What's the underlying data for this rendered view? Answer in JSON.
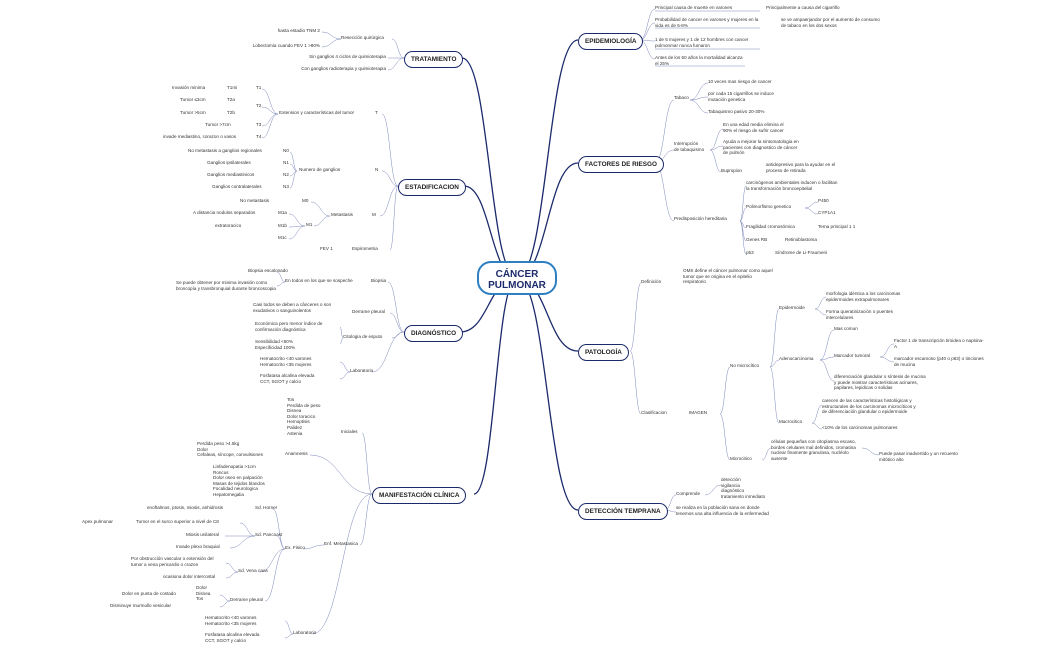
{
  "center": "CÁNCER\nPULMONAR",
  "colors": {
    "line": "#1b2a6b",
    "sub": "#7a86b8",
    "center_border": "#2d7fc1"
  },
  "epidemiologia": {
    "title": "EPIDEMIOLOGÍA",
    "items": [
      "Principal causa de muerte en varones",
      "Principalmente a causa del cigarrillo",
      "Probabilidad de cancer en varones y mujeres en la vida es de 5-8%",
      "se ve ampaerjandor por el aumento de consumo de tabaco en los dos sexos",
      "1 de 5 mujeres y 1 de 12 hombres con cancer pulmonmar nunca fumaron",
      "Antes de los 50 años la mortalidad alcanza el 25%"
    ]
  },
  "factores": {
    "title": "FACTORES DE RIESGO",
    "tabaco": "Tabaco",
    "tabaco_items": [
      "10 veces mas riesgo de cancer",
      "por cada 15 cigarrillos se induce mutación genetica",
      "Tabaquismo pasivo 20-30%"
    ],
    "interrupcion": "Interrupción\nde tabaquismo",
    "inter_items": [
      "En una edad media elimina el 90% el riesgo de sufrir cancer",
      "Ayuda a mejorar la sintomatologia en pacientes con diagnostico de cáncer de pulmón"
    ],
    "bupropion": "Bupropion",
    "bupropion_text": "antidepresivo para la ayudar en el proceso de retirada",
    "predisposicion": "Predisposición hereditaria",
    "pred_top": "carcinógenos ambientales inducen o facilitan la transformación broncoepitelial",
    "polimorfismo": "Polimorfismo genetico",
    "p450": "P450",
    "cyp": "CYP1A1",
    "fragilidad": "Fragilidad cromosómica",
    "fragilidad_r": "Tema principal 1 1",
    "genesrb": "Genes RB",
    "retino": "Retinoblastoma",
    "p53": "p53",
    "li": "Síndrome de Li-Fraumeni"
  },
  "patologia": {
    "title": "PATOLOGÍA",
    "definicion": "Definición",
    "definicion_text": "OMS define el cáncer pulmonar como aquel tumor que se origina en el epitelio respiratorio",
    "clasificacion": "Clasificacion",
    "imagen": "IMAGEN",
    "nomicro": "No microcítico",
    "epidermoide": "Epidermoide",
    "epi_items": [
      "morfologia idéntica a los carcinomas epidermoides extrapulmonares",
      "Forma queratinización o puentes intercelulares"
    ],
    "adeno": "Adenocarcinoma",
    "mas_comun": "Mas comun",
    "marcador": "Marcador tumoral",
    "marcador_items": [
      "Factor 1 de transcripción tiroidea o napsina-A",
      "marcador escamoso (p40 o p63) o tinciones de mucina"
    ],
    "adeno_text": "diferenciación glandular o síntesis de mucina y puede mostrar características acinares, papilares, lepidicas o solidas",
    "macro": "Macrocitico",
    "macro_items": [
      "carecen de las características histológicas y estructurales de los carcinomas microcíticos y de diferenciación glandular o epidermoide",
      "<10% de los carcinomas pulmonares"
    ],
    "micro": "Microcitico",
    "micro_text": "células pequeñas con citoplasma escaso, bordes celulares mal definidos, cromatina nuclear finamente granulosa, nucléolo ausente",
    "micro_r": "Puede pasar inadvertido y un recuento mitótico alto"
  },
  "deteccion": {
    "title": "DETECCIÓN TEMPRANA",
    "comprende": "Comprende",
    "comprende_text": "detección\nvigilancia\ndiagnóstico\ntratamiento inmediato",
    "text2": "se realiza en la población sana en donde tenemos una alta influencia de la enfermedad"
  },
  "tratamiento": {
    "title": "TRATAMIENTO",
    "reseccion": "Resección quirúrgica",
    "res_items": [
      "hasta estadio TNM 2",
      "Lobectomia cuando FEV 1 >80%"
    ],
    "sin": "Sin ganglios 4 ciclos de quimioterapia",
    "con": "Con ganglios radioterapia y quimioterapia"
  },
  "estadificacion": {
    "title": "ESTADIFICACION",
    "t": "T",
    "ext": "Extension y características del tumor",
    "t_rows": [
      {
        "d": "Invasión minima",
        "c": "T1mi",
        "g": "T1"
      },
      {
        "d": "Tumor ≤3cm",
        "c": "T2a",
        "g": ""
      },
      {
        "d": "Tumor >5cm",
        "c": "T2b",
        "g": "T2"
      },
      {
        "d": "Tumor >7cm",
        "c": "",
        "g": "T3"
      },
      {
        "d": "invade mediastino, corazon o vasos",
        "c": "",
        "g": "T4"
      }
    ],
    "n": "N",
    "ng": "Numero de ganglios",
    "n_rows": [
      {
        "d": "No metastasis a ganglios regionales",
        "c": "N0"
      },
      {
        "d": "Ganglios ipsilaterales",
        "c": "N1"
      },
      {
        "d": "Ganglios mediastinicos",
        "c": "N2"
      },
      {
        "d": "Ganglios contralaterales",
        "c": "N3"
      }
    ],
    "m": "M",
    "met": "Metastasis",
    "m0d": "No metastasis",
    "m0": "M0",
    "m1": "M1",
    "m_rows": [
      {
        "d": "A distancia nodulos separados",
        "c": "M1a"
      },
      {
        "d": "extratoracico",
        "c": "M1b"
      },
      {
        "d": "",
        "c": "M1c"
      }
    ],
    "fev": "FEV 1",
    "espiro": "Espirometria"
  },
  "diagnostico": {
    "title": "DIAGNÓSTICO",
    "biopsia": "Biopsia",
    "bio_mid": "En todos en los que se sospeche",
    "bio_items": [
      "Biopsia escalonado",
      "Se puede obtener por minima invasión como broncopía y transbronquial durante broncoscopia"
    ],
    "derrame": "Derrame pleural",
    "derrame_text": "Casi todos se deben a cânceres o son exudativos o sanguinolentos",
    "cito": "Citologia de esputo",
    "cito_items": [
      "Económica pero menor índice de confirmación diagnóstica",
      "Sensibilidad <60%\nEspecificidad 100%"
    ],
    "lab": "Laboratorio",
    "lab_items": [
      "Hematocrito <40 varones\nHematocrito <35 mujeres",
      "Fosfatasa alcalina elevada\nCCT, SGOT y calcio"
    ]
  },
  "manifestacion": {
    "title": "MANIFESTACIÓN CLÍNICA",
    "iniciales": "Iniciales",
    "iniciales_text": "Tos\nPerdida de peso\nDisnea\nDolor toracico\nHemoptisis\nPalidez\nAstenia",
    "anamnesis": "Anamnesis",
    "anamnesis_text": "Perdida peso >4.5kg\nDolor\nCefaleas, síncope, convulsiones",
    "enf": "Enf. Metastasica",
    "exfisico": "Ex. Fisico",
    "exfisico_text": "Linfadenopatia >1cm\nRoncus\nDolor oseo en palpación\nMasas de tejidos blandos\nFocalidad neurologica\nHepatomegalia",
    "horner": "Sd. Horner",
    "horner_text": "enoftalmos, ptosis, miosis, anhidrosis",
    "pancoast": "Sd. Pancoast",
    "apex": "Apex pulmonar",
    "tumor_surco": "Tumor en el surco superior a nivel de C8",
    "miosis": "Miosis unilateral",
    "plexo": "Invade plexo braquial",
    "vena": "Sd. Vena cava",
    "vena_items": [
      "Por obstrucción vascular o extensión del tumor a vena pericardio o crazon",
      "ocasiona dolor intercostal"
    ],
    "derrame": "Derrame pleural",
    "derrame_text": "Dolor\nDisnea\nTos",
    "dolor_punta": "Dolor en punta de costado",
    "disminuye": "Disminuye murmullo vesicular",
    "lab": "Laboratorio",
    "lab_items": [
      "Hematocrito <40 varones\nHematocrito <35 mujeres",
      "Fosfatasa alcalina elevada\nCCT, SGOT y calcio"
    ]
  }
}
